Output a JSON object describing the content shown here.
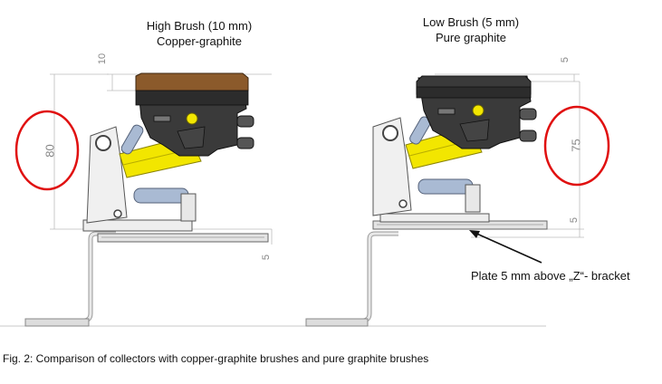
{
  "left_assembly": {
    "title": "High Brush (10 mm)",
    "subtitle": "Copper-graphite",
    "dim_top": "10",
    "dim_height": "80",
    "dim_plate": "5"
  },
  "right_assembly": {
    "title": "Low Brush (5 mm)",
    "subtitle": "Pure graphite",
    "dim_top": "5",
    "dim_height": "75",
    "dim_bottom": "5"
  },
  "annotation": {
    "text": "Plate 5 mm above „Z“- bracket"
  },
  "caption": "Fig. 2: Comparison of collectors with copper-graphite brushes and pure graphite brushes",
  "colors": {
    "highlight_circle": "#e01010",
    "bracket_yellow": "#f2e600",
    "brush_copper": "#8b5a2b",
    "brush_graphite": "#3a3a3a",
    "roller_blue": "#a9bad3"
  }
}
